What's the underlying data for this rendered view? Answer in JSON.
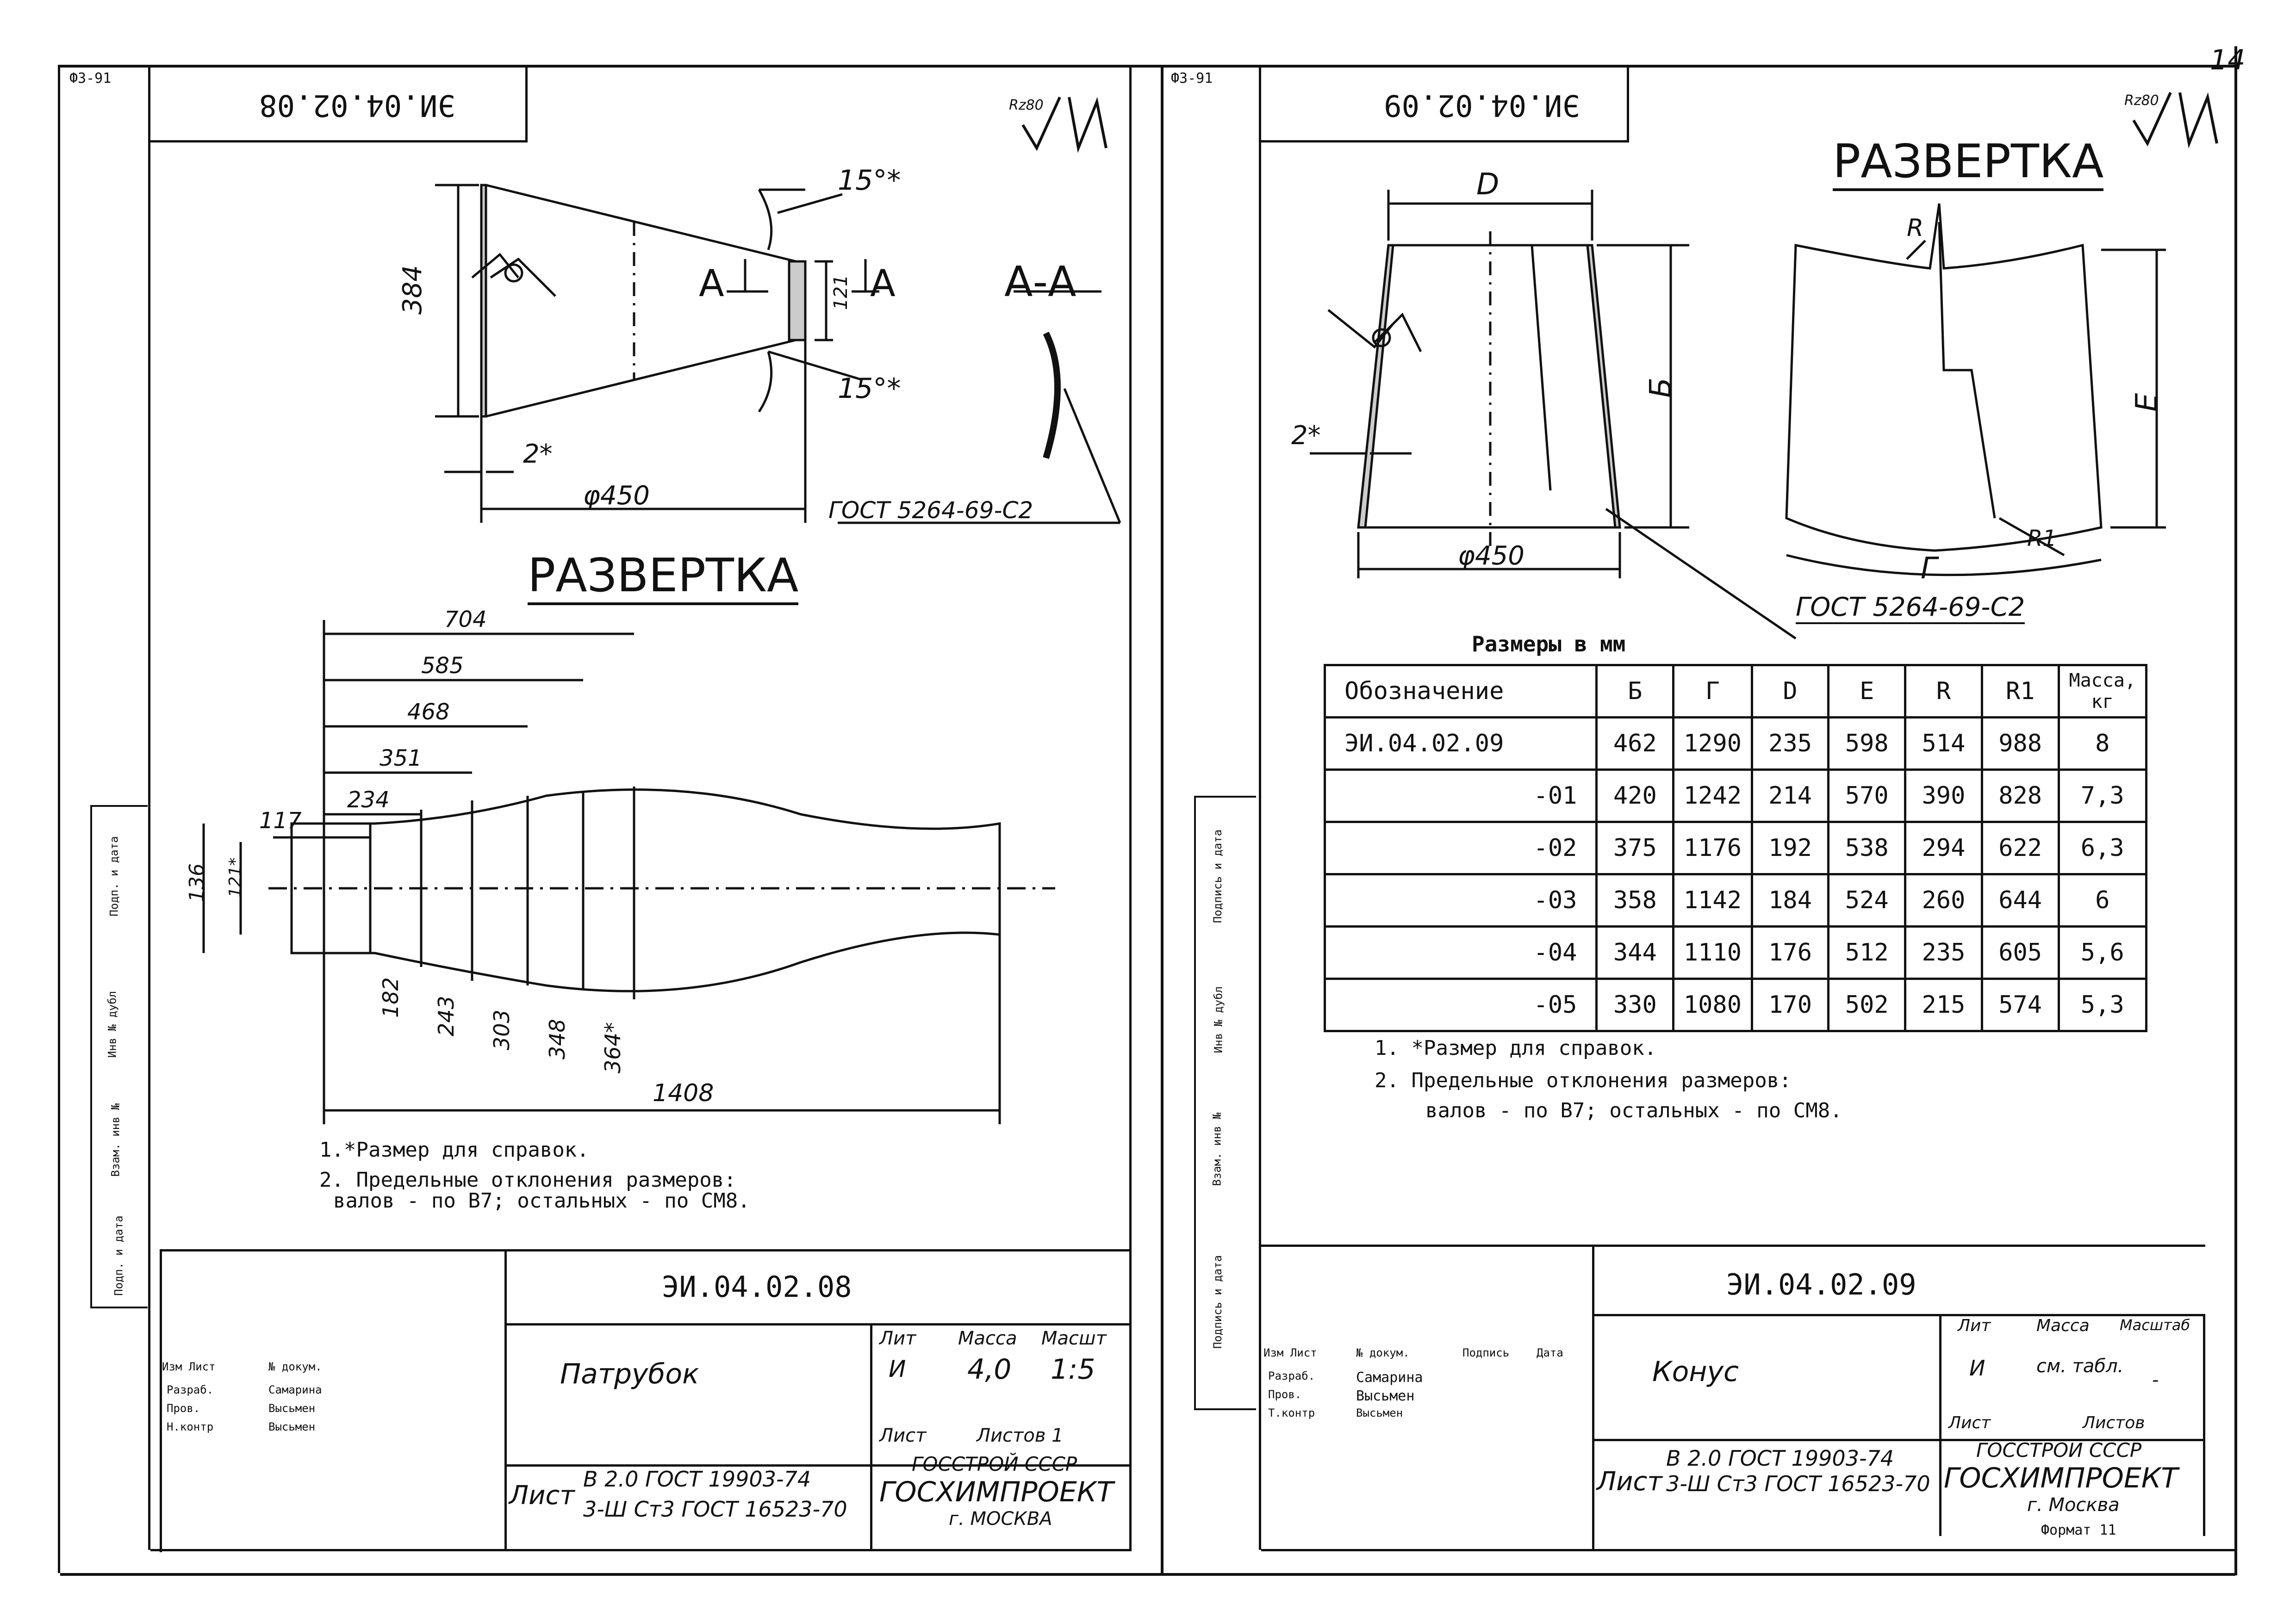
{
  "sheet_number": "14",
  "left": {
    "corner_code": "Ф3-91",
    "rotated_designation": "ЭИ.04.02.08",
    "roughness": "Rz80",
    "view_title": "А-А",
    "section_mark": "А",
    "dims": {
      "height": "384",
      "right_height": "121",
      "angle_top": "15°*",
      "angle_bottom": "15°*",
      "thickness": "2*",
      "diameter": "φ450",
      "weld": "ГОСТ 5264-69-С2"
    },
    "development_title": "РАЗВЕРТКА",
    "development_horizontal": [
      "704",
      "585",
      "468",
      "351",
      "234",
      "117"
    ],
    "development_vertical": [
      "182",
      "243",
      "303",
      "348",
      "364*"
    ],
    "development_left": [
      "136",
      "121*"
    ],
    "development_length": "1408",
    "notes": [
      "1.*Размер для справок.",
      "2. Предельные отклонения размеров:",
      "валов - по В7; остальных - по СМ8."
    ],
    "title_block": {
      "designation": "ЭИ.04.02.08",
      "name": "Патрубок",
      "col_headers": [
        "Лит",
        "Масса",
        "Масшт"
      ],
      "lit": "И",
      "mass": "4,0",
      "scale": "1:5",
      "sheet_label": "Лист",
      "sheets_label": "Листов 1",
      "material_label": "Лист",
      "material_line1": "В 2.0 ГОСТ 19903-74",
      "material_line2": "3-Ш Ст3 ГОСТ 16523-70",
      "org1": "ГОССТРОЙ СССР",
      "org2": "ГОСХИМПРОЕКТ",
      "org3": "г. МОСКВА",
      "roles": [
        "Изм Лист",
        "Разраб.",
        "Пров.",
        "Н.контр"
      ],
      "names": [
        "№ докум.",
        "Самарина",
        "Высьмен",
        "Высьмен"
      ]
    },
    "side_stamps": [
      "Подп. и дата",
      "Инв № дубл",
      "Взам. инв №",
      "Подп. и дата"
    ]
  },
  "right": {
    "corner_code": "Ф3-91",
    "rotated_designation": "ЭИ.04.02.09",
    "roughness": "Rz80",
    "dims": {
      "top": "D",
      "height": "Б",
      "thickness": "2*",
      "diameter": "φ450",
      "weld": "ГОСТ 5264-69-С2"
    },
    "development_title": "РАЗВЕРТКА",
    "development_labels": {
      "r": "R",
      "e": "Е",
      "g": "Г",
      "r1": "R1"
    },
    "table": {
      "caption": "Размеры в мм",
      "headers": [
        "Обозначение",
        "Б",
        "Г",
        "D",
        "Е",
        "R",
        "R1",
        "Масса, кг"
      ],
      "rows": [
        [
          "ЭИ.04.02.09",
          "462",
          "1290",
          "235",
          "598",
          "514",
          "988",
          "8"
        ],
        [
          "-01",
          "420",
          "1242",
          "214",
          "570",
          "390",
          "828",
          "7,3"
        ],
        [
          "-02",
          "375",
          "1176",
          "192",
          "538",
          "294",
          "622",
          "6,3"
        ],
        [
          "-03",
          "358",
          "1142",
          "184",
          "524",
          "260",
          "644",
          "6"
        ],
        [
          "-04",
          "344",
          "1110",
          "176",
          "512",
          "235",
          "605",
          "5,6"
        ],
        [
          "-05",
          "330",
          "1080",
          "170",
          "502",
          "215",
          "574",
          "5,3"
        ]
      ]
    },
    "notes": [
      "1. *Размер для справок.",
      "2. Предельные отклонения размеров:",
      "валов - по В7; остальных - по СМ8."
    ],
    "title_block": {
      "designation": "ЭИ.04.02.09",
      "name": "Конус",
      "col_headers": [
        "Лит",
        "Масса",
        "Масштаб"
      ],
      "lit": "И",
      "mass": "см. табл.",
      "scale": "-",
      "sheets_label": "Лист",
      "sheets_total": "Листов",
      "material_label": "Лист",
      "material_line1": "В 2.0 ГОСТ 19903-74",
      "material_line2": "3-Ш Ст3 ГОСТ 16523-70",
      "org1": "ГОССТРОЙ СССР",
      "org2": "ГОСХИМПРОЕКТ",
      "org3": "г. Москва",
      "format": "Формат 11",
      "roles": [
        "Изм Лист",
        "Разраб.",
        "Пров.",
        "Т.контр"
      ],
      "names": [
        "№ докум.",
        "Самарина",
        "Высьмен",
        "Высьмен"
      ],
      "sign_headers": [
        "Подпись",
        "Дата"
      ]
    },
    "side_stamps": [
      "Подпись и дата",
      "Инв № дубл",
      "Взам. инв №",
      "Подпись и дата"
    ]
  }
}
